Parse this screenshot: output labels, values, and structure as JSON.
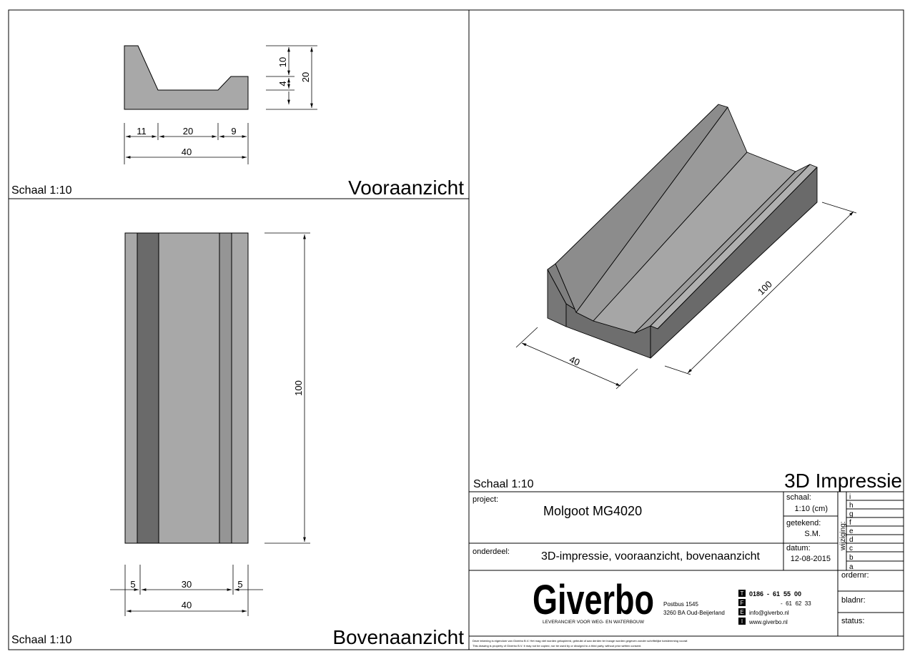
{
  "front_view": {
    "scale": "Schaal 1:10",
    "title": "Vooraanzicht",
    "dims": {
      "d11": "11",
      "d20": "20",
      "d9": "9",
      "d40": "40",
      "v10": "10",
      "v4": "4",
      "v20": "20"
    }
  },
  "top_view": {
    "scale": "Schaal 1:10",
    "title": "Bovenaanzicht",
    "dims": {
      "d5a": "5",
      "d30": "30",
      "d5b": "5",
      "d40": "40",
      "d100": "100"
    }
  },
  "iso_view": {
    "scale": "Schaal 1:10",
    "title": "3D Impressie",
    "dims": {
      "d100": "100",
      "d40": "40"
    }
  },
  "title_block": {
    "project_label": "project:",
    "project_value": "Molgoot MG4020",
    "part_label": "onderdeel:",
    "part_value": "3D-impressie, vooraanzicht, bovenaanzicht",
    "scale_label": "schaal:",
    "scale_value": "1:10 (cm)",
    "drawn_label": "getekend:",
    "drawn_value": "S.M.",
    "date_label": "datum:",
    "date_value": "12-08-2015",
    "revision_label": "wijziging:",
    "revisions": [
      "i",
      "h",
      "g",
      "f",
      "e",
      "d",
      "c",
      "b",
      "a"
    ],
    "order_label": "ordernr:",
    "sheet_label": "bladnr:",
    "status_label": "status:",
    "company": {
      "logo": "Giverbo",
      "tagline": "LEVERANCIER VOOR WEG- EN WATERBOUW",
      "address1": "Postbus 1545",
      "address2": "3260 BA Oud-Beijerland",
      "tel": "0186  -  61  55  00",
      "fax": "-  61  62  33",
      "email": "info@giverbo.nl",
      "web": "www.giverbo.nl",
      "tel_icon": "T",
      "fax_icon": "F",
      "email_icon": "E",
      "web_icon": "I"
    },
    "disclaimer1": "Deze tekening is eigendom van Giverbo B.V. Het mag niet worden gekopieerd, gebruikt of aan derden ter inzage worden gegeven zonder schriftelijke toestemming vooraf.",
    "disclaimer2": "This drawing is property of Giverbo B.V. It may not be copied, nor be used by or divulged to a third party, without prior written consent."
  }
}
